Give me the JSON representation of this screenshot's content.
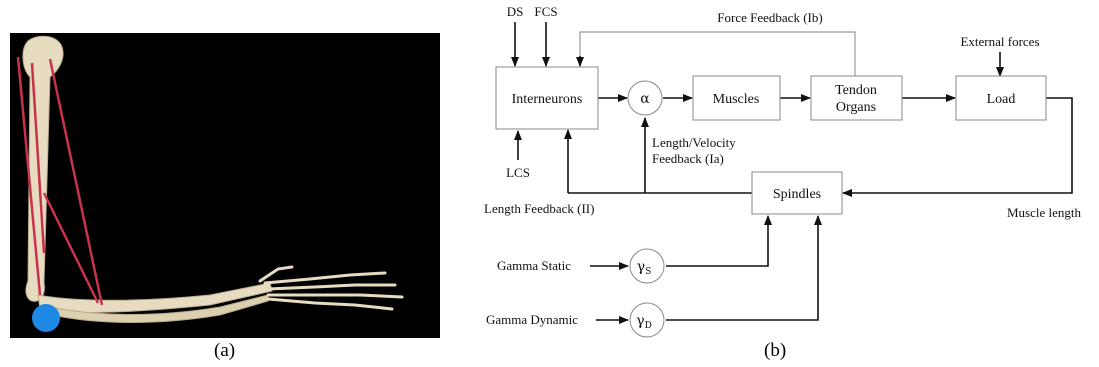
{
  "panel_a": {
    "caption": "(a)",
    "colors": {
      "background": "#000000",
      "bone": "#e7dcc2",
      "muscle_line": "#c8324a",
      "joint": "#1e88e5"
    }
  },
  "panel_b": {
    "caption": "(b)",
    "boxes": {
      "interneurons": "Interneurons",
      "muscles": "Muscles",
      "tendon_line1": "Tendon",
      "tendon_line2": "Organs",
      "load": "Load",
      "spindles": "Spindles"
    },
    "circles": {
      "alpha": "α",
      "gamma_s": "γ",
      "gamma_s_sub": "S",
      "gamma_d": "γ",
      "gamma_d_sub": "D"
    },
    "labels": {
      "ds": "DS",
      "fcs": "FCS",
      "lcs": "LCS",
      "force_feedback": "Force Feedback (Ib)",
      "external_forces": "External forces",
      "length_velocity_line1": "Length/Velocity",
      "length_velocity_line2": "Feedback (Ia)",
      "length_feedback": "Length Feedback (II)",
      "muscle_length": "Muscle length",
      "gamma_static": "Gamma Static",
      "gamma_dynamic": "Gamma Dynamic"
    }
  }
}
